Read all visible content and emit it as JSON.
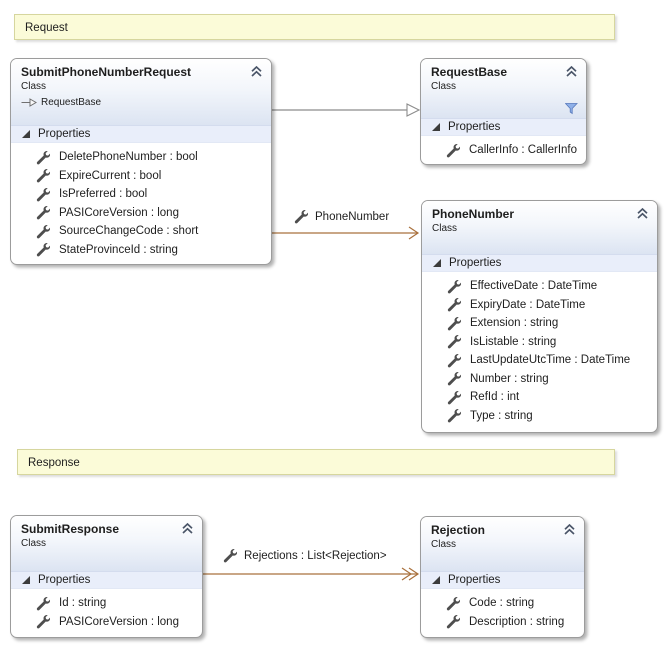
{
  "comments": {
    "request": {
      "text": "Request"
    },
    "response": {
      "text": "Response"
    }
  },
  "classes": {
    "submit_request": {
      "title": "SubmitPhoneNumberRequest",
      "kind": "Class",
      "base": "RequestBase",
      "section": "Properties",
      "members": [
        "DeletePhoneNumber : bool",
        "ExpireCurrent : bool",
        "IsPreferred : bool",
        "PASICoreVersion : long",
        "SourceChangeCode : short",
        "StateProvinceId : string"
      ]
    },
    "request_base": {
      "title": "RequestBase",
      "kind": "Class",
      "section": "Properties",
      "members": [
        "CallerInfo : CallerInfo"
      ]
    },
    "phone_number": {
      "title": "PhoneNumber",
      "kind": "Class",
      "section": "Properties",
      "members": [
        "EffectiveDate : DateTime",
        "ExpiryDate : DateTime",
        "Extension : string",
        "IsListable : string",
        "LastUpdateUtcTime : DateTime",
        "Number : string",
        "RefId : int",
        "Type : string"
      ]
    },
    "submit_response": {
      "title": "SubmitResponse",
      "kind": "Class",
      "section": "Properties",
      "members": [
        "Id : string",
        "PASICoreVersion : long"
      ]
    },
    "rejection": {
      "title": "Rejection",
      "kind": "Class",
      "section": "Properties",
      "members": [
        "Code : string",
        "Description : string"
      ]
    }
  },
  "associations": {
    "phone_number": {
      "label": "PhoneNumber"
    },
    "rejections": {
      "label": "Rejections : List<Rejection>"
    }
  },
  "icons": {
    "wrench": "property-wrench-icon",
    "expander": "expanded-triangle-icon",
    "collapse": "collapse-chevrons-icon",
    "filter": "filter-funnel-icon",
    "inheritance": "inheritance-arrow-icon"
  },
  "colors": {
    "comment_fill": "#fbfbd8",
    "comment_border": "#d6d69e",
    "association_line": "#a9713d",
    "inheritance_line": "#8c8c8c",
    "header_gradient_end": "#dce4f2",
    "compartment_fill": "#e9eefa",
    "box_border": "#9c9c9c"
  }
}
